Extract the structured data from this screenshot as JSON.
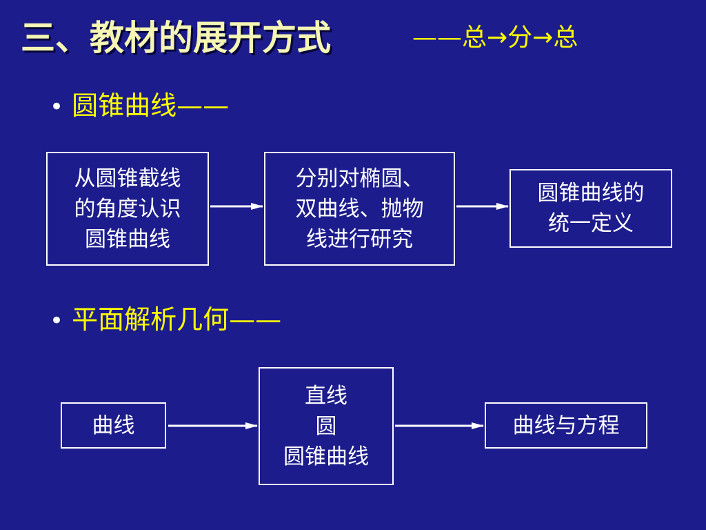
{
  "title": "三、教材的展开方式",
  "subtitle": "——总→分→总",
  "section1": {
    "bullet": "圆锥曲线——",
    "boxes": [
      {
        "lines": [
          "从圆锥截线",
          "的角度认识",
          "圆锥曲线"
        ]
      },
      {
        "lines": [
          "分别对椭圆、",
          "双曲线、抛物",
          "线进行研究"
        ]
      },
      {
        "lines": [
          "圆锥曲线的",
          "统一定义"
        ]
      }
    ]
  },
  "section2": {
    "bullet": "平面解析几何——",
    "boxes": [
      {
        "lines": [
          "曲线"
        ]
      },
      {
        "lines": [
          "直线",
          "圆",
          "圆锥曲线"
        ]
      },
      {
        "lines": [
          "曲线与方程"
        ]
      }
    ]
  },
  "colors": {
    "background": "#1c1c8c",
    "title": "#f5f5b4",
    "accent": "#ffff00",
    "box": "#ffffff"
  }
}
